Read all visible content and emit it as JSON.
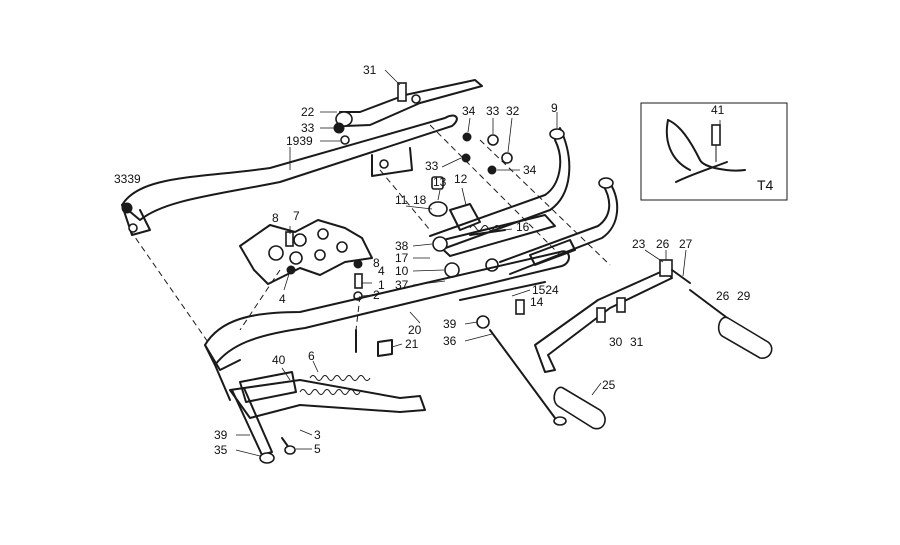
{
  "diagram": {
    "inset_label": "T4",
    "callouts": [
      {
        "id": "c31a",
        "text": "31"
      },
      {
        "id": "c22",
        "text": "22"
      },
      {
        "id": "c33a",
        "text": "33"
      },
      {
        "id": "c1939",
        "text": "1939"
      },
      {
        "id": "c3339",
        "text": "3339"
      },
      {
        "id": "c34a",
        "text": "34"
      },
      {
        "id": "c33b",
        "text": "33"
      },
      {
        "id": "c32",
        "text": "32"
      },
      {
        "id": "c9",
        "text": "9"
      },
      {
        "id": "c33c",
        "text": "33"
      },
      {
        "id": "c34b",
        "text": "34"
      },
      {
        "id": "c13",
        "text": "13"
      },
      {
        "id": "c12",
        "text": "12"
      },
      {
        "id": "c11",
        "text": "11"
      },
      {
        "id": "c18",
        "text": "18"
      },
      {
        "id": "c8a",
        "text": "8"
      },
      {
        "id": "c7",
        "text": "7"
      },
      {
        "id": "c16",
        "text": "16"
      },
      {
        "id": "c38",
        "text": "38"
      },
      {
        "id": "c17",
        "text": "17"
      },
      {
        "id": "c10",
        "text": "10"
      },
      {
        "id": "c37",
        "text": "37"
      },
      {
        "id": "c8b",
        "text": "8"
      },
      {
        "id": "c4a",
        "text": "4"
      },
      {
        "id": "c1",
        "text": "1"
      },
      {
        "id": "c2",
        "text": "2"
      },
      {
        "id": "c4b",
        "text": "4"
      },
      {
        "id": "c1524",
        "text": "1524"
      },
      {
        "id": "c14",
        "text": "14"
      },
      {
        "id": "c23",
        "text": "23"
      },
      {
        "id": "c26a",
        "text": "26"
      },
      {
        "id": "c27",
        "text": "27"
      },
      {
        "id": "c26b",
        "text": "26"
      },
      {
        "id": "c29",
        "text": "29"
      },
      {
        "id": "c20",
        "text": "20"
      },
      {
        "id": "c39a",
        "text": "39"
      },
      {
        "id": "c21",
        "text": "21"
      },
      {
        "id": "c36",
        "text": "36"
      },
      {
        "id": "c30",
        "text": "30"
      },
      {
        "id": "c31b",
        "text": "31"
      },
      {
        "id": "c40",
        "text": "40"
      },
      {
        "id": "c6",
        "text": "6"
      },
      {
        "id": "c25",
        "text": "25"
      },
      {
        "id": "c39b",
        "text": "39"
      },
      {
        "id": "c35",
        "text": "35"
      },
      {
        "id": "c3",
        "text": "3"
      },
      {
        "id": "c5",
        "text": "5"
      },
      {
        "id": "c41",
        "text": "41"
      }
    ]
  }
}
